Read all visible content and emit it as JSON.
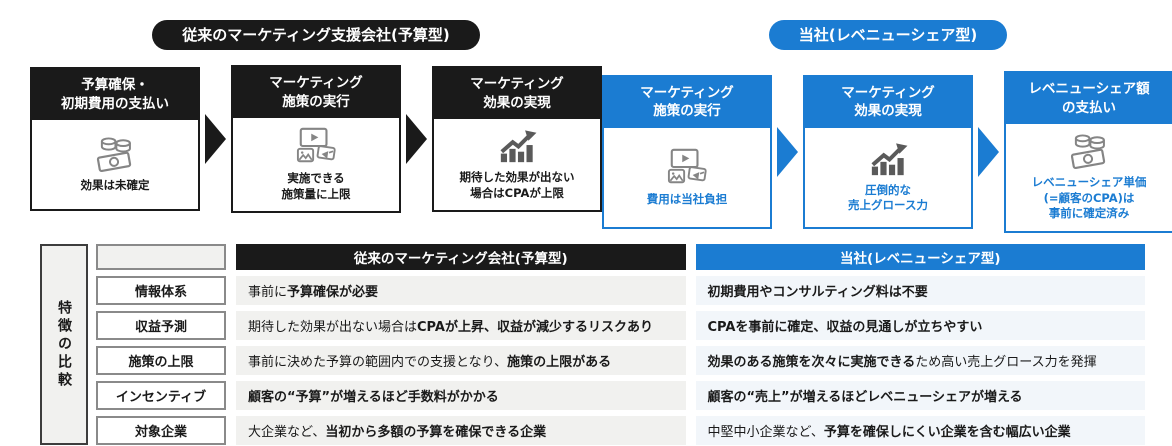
{
  "colors": {
    "blue": "#1b7cd2",
    "black": "#1a1a1a",
    "row_gray": "#f1f1ef",
    "row_blue": "#f2f6fa",
    "icon_gray": "#858585",
    "icon_dark": "#5a5a5a"
  },
  "left_flow": {
    "title": "従来のマーケティング支援会社(予算型)",
    "steps": [
      {
        "icon": "money-coins-icon",
        "header_lines": [
          "予算確保・",
          "初期費用の支払い"
        ],
        "caption_lines": [
          "効果は未確定"
        ]
      },
      {
        "icon": "media-campaign-icon",
        "header_lines": [
          "マーケティング",
          "施策の実行"
        ],
        "caption_lines": [
          "実施できる",
          "施策量に上限"
        ]
      },
      {
        "icon": "growth-chart-icon",
        "header_lines": [
          "マーケティング",
          "効果の実現"
        ],
        "caption_lines": [
          "期待した効果が出ない",
          "場合はCPAが上限"
        ]
      }
    ]
  },
  "right_flow": {
    "title": "当社(レベニューシェア型)",
    "steps": [
      {
        "icon": "media-campaign-icon",
        "header_lines": [
          "マーケティング",
          "施策の実行"
        ],
        "caption_lines": [
          "費用は当社負担"
        ]
      },
      {
        "icon": "growth-chart-icon",
        "header_lines": [
          "マーケティング",
          "効果の実現"
        ],
        "caption_lines": [
          "圧倒的な",
          "売上グロース力"
        ]
      },
      {
        "icon": "money-coins-icon",
        "header_lines": [
          "レベニューシェア額",
          "の支払い"
        ],
        "caption_lines": [
          "レベニューシェア単価",
          "(=顧客のCPA)は",
          "事前に確定済み"
        ]
      }
    ]
  },
  "comparison": {
    "rail_label": "特徴の比較",
    "left_header": "従来のマーケティング会社(予算型)",
    "right_header": "当社(レベニューシェア型)",
    "rows": [
      {
        "label": "情報体系",
        "left": [
          {
            "text": "事前に",
            "bold": false
          },
          {
            "text": "予算確保が必要",
            "bold": true
          }
        ],
        "right": [
          {
            "text": "初期費用やコンサルティング料は不要",
            "bold": true
          }
        ]
      },
      {
        "label": "収益予測",
        "left": [
          {
            "text": "期待した効果が出ない場合は",
            "bold": false
          },
          {
            "text": "CPAが上昇、収益が減少するリスクあり",
            "bold": true
          }
        ],
        "right": [
          {
            "text": "CPAを事前に確定、収益の見通しが立ちやすい",
            "bold": true
          }
        ]
      },
      {
        "label": "施策の上限",
        "left": [
          {
            "text": "事前に決めた予算の範囲内での支援となり、",
            "bold": false
          },
          {
            "text": "施策の上限がある",
            "bold": true
          }
        ],
        "right": [
          {
            "text": "効果のある施策を次々に実施できる",
            "bold": true
          },
          {
            "text": "ため高い売上グロース力を発揮",
            "bold": false
          }
        ]
      },
      {
        "label": "インセンティブ",
        "left": [
          {
            "text": "顧客の“予算”が増えるほど手数料がかかる",
            "bold": true
          }
        ],
        "right": [
          {
            "text": "顧客の“売上”が増えるほどレベニューシェアが増える",
            "bold": true
          }
        ]
      },
      {
        "label": "対象企業",
        "left": [
          {
            "text": "大企業など、",
            "bold": false
          },
          {
            "text": "当初から多額の予算を確保できる企業",
            "bold": true
          }
        ],
        "right": [
          {
            "text": "中堅中小企業など、",
            "bold": false
          },
          {
            "text": "予算を確保しにくい企業を含む幅広い企業",
            "bold": true
          }
        ]
      }
    ]
  }
}
